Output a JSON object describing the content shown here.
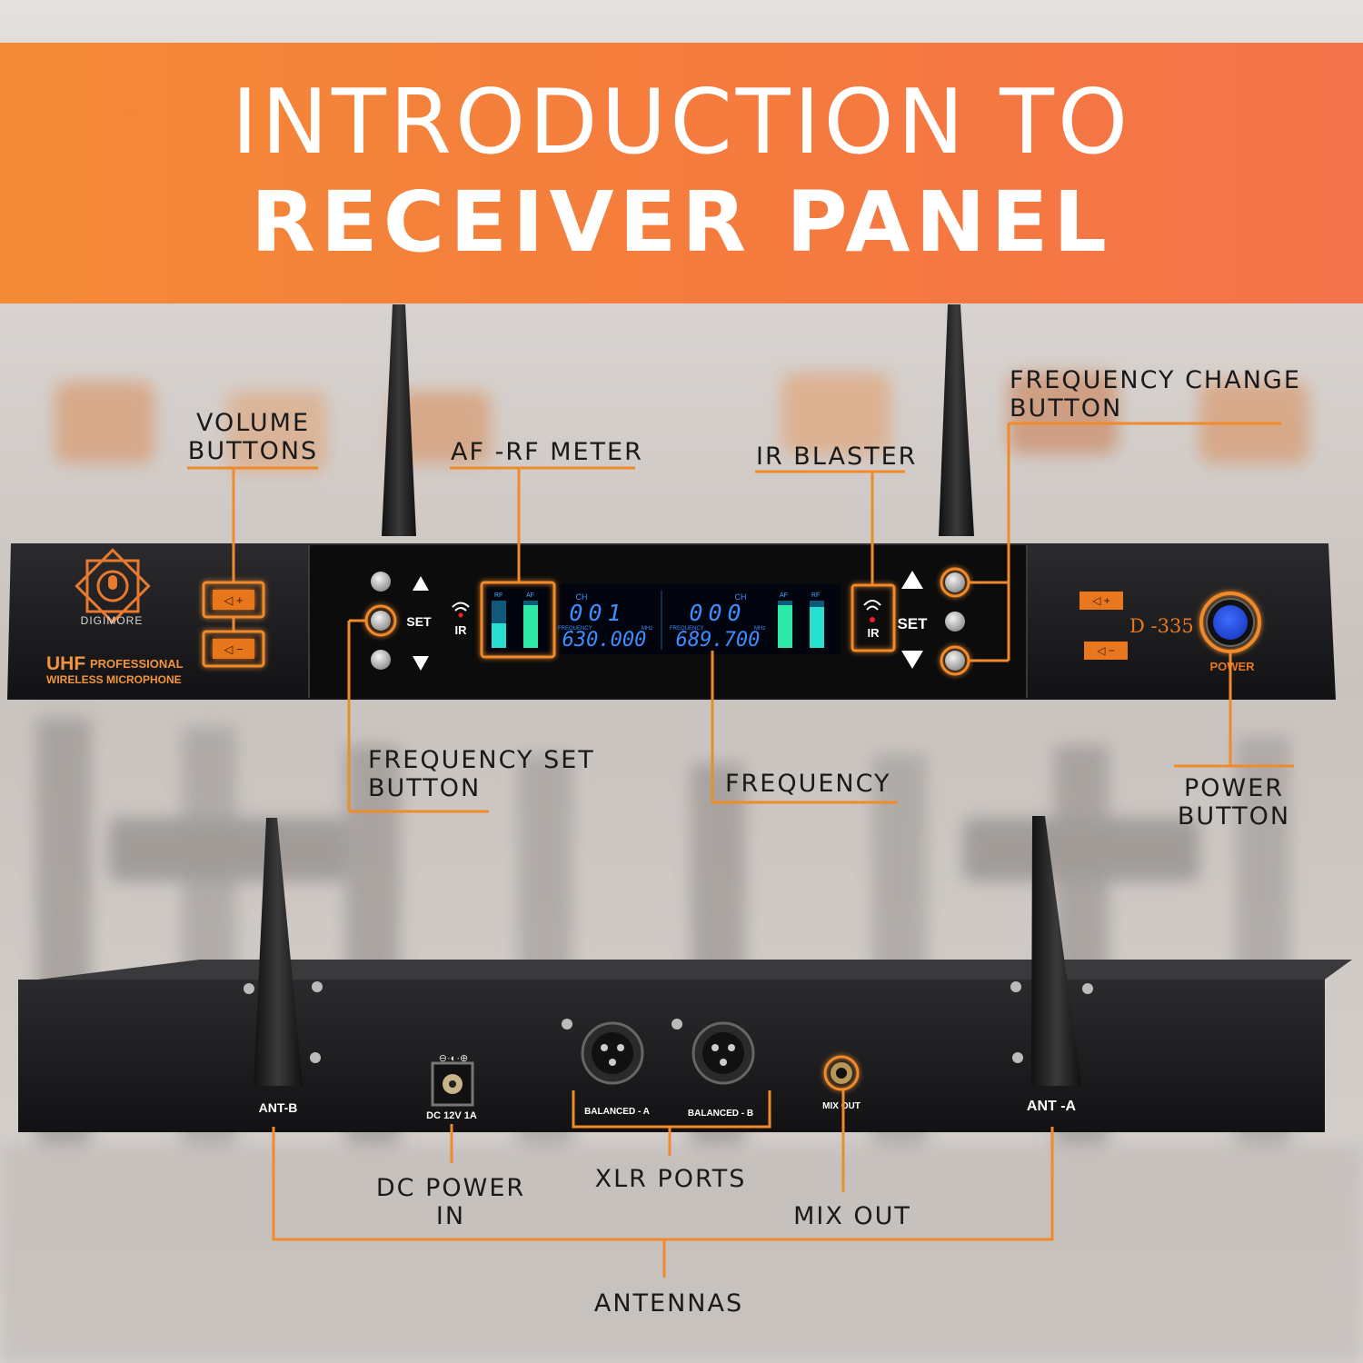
{
  "banner": {
    "line1": "INTRODUCTION TO",
    "line2": "RECEIVER PANEL"
  },
  "callouts": {
    "volume_line1": "VOLUME",
    "volume_line2": "BUTTONS",
    "af_rf": "AF -RF METER",
    "ir_blaster": "IR BLASTER",
    "freq_change_line1": "FREQUENCY CHANGE",
    "freq_change_line2": "BUTTON",
    "freq_set_line1": "FREQUENCY SET",
    "freq_set_line2": "BUTTON",
    "frequency": "FREQUENCY",
    "power_line1": "POWER",
    "power_line2": "BUTTON",
    "dc_line1": "DC POWER",
    "dc_line2": "IN",
    "xlr": "XLR PORTS",
    "mix_out": "MIX OUT",
    "antennas": "ANTENNAS"
  },
  "front_panel": {
    "brand": "DIGIMORE",
    "uhf": "UHF",
    "professional": "PROFESSIONAL",
    "wireless": "WIRELESS MICROPHONE",
    "set_left": "SET",
    "set_right": "SET",
    "ir_left": "IR",
    "ir_right": "IR",
    "model": "D -335",
    "power": "POWER",
    "lcd": {
      "ch_label": "CH",
      "freq_label": "FREQUENCY",
      "mhz": "MHz",
      "ch_a": "001",
      "ch_b": "000",
      "freq_a": "630.000",
      "freq_b": "689.700",
      "rf": "RF",
      "af": "AF"
    }
  },
  "rear_panel": {
    "ant_b": "ANT-B",
    "ant_a": "ANT -A",
    "dc": "DC 12V 1A",
    "balanced_a": "BALANCED - A",
    "balanced_b": "BALANCED - B",
    "mix_out": "MIX OUT"
  },
  "colors": {
    "accent": "#f58a2a",
    "banner": "#f57f3c",
    "device": "#1c1c1e",
    "lcd": "#2a7bff"
  }
}
